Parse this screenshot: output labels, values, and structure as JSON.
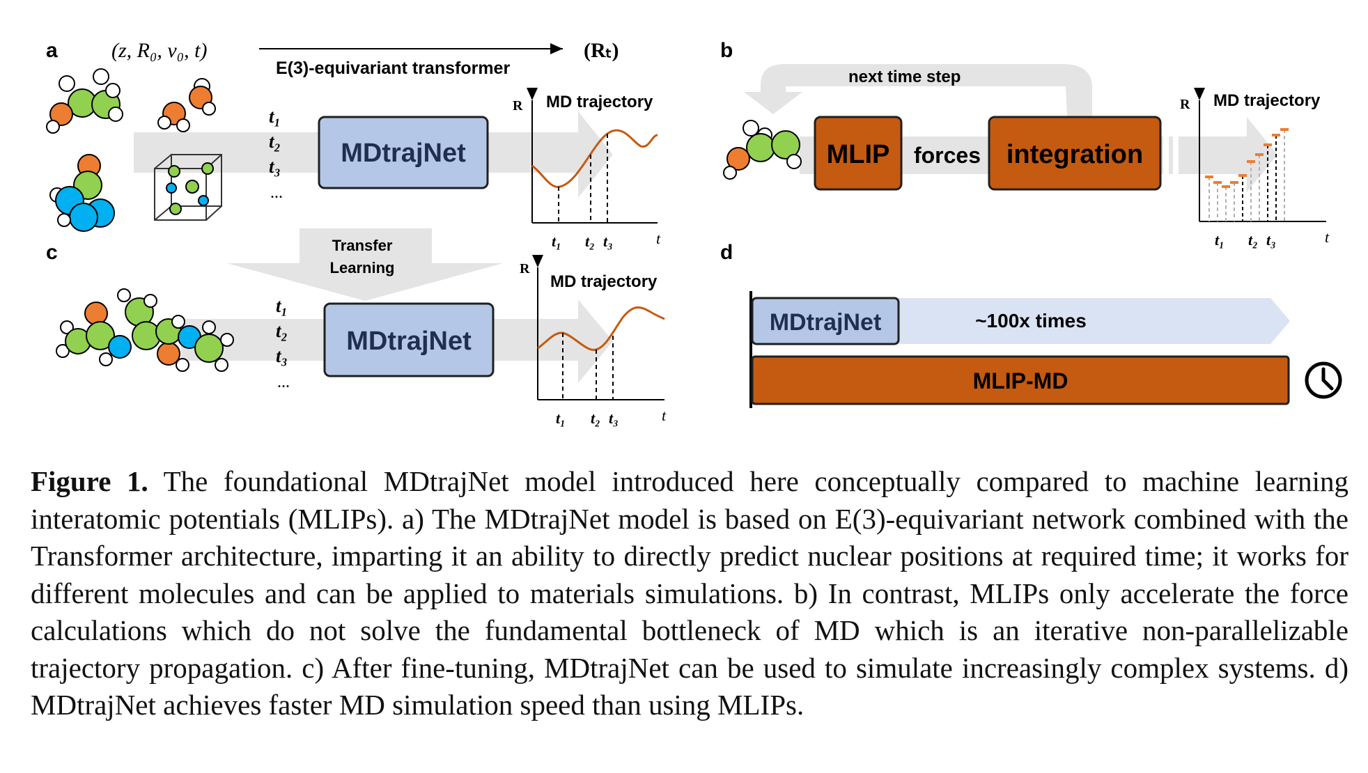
{
  "panels": {
    "a": {
      "label": "a",
      "input": "(z, R₀, v₀, t)",
      "output": "(Rₜ)",
      "arrow_label": "E(3)-equivariant transformer",
      "times": [
        "t₁",
        "t₂",
        "t₃",
        "..."
      ],
      "model": "MDtrajNet",
      "traj_title": "MD trajectory",
      "axis_y": "R",
      "axis_x": "t",
      "ticks": [
        "t₁",
        "t₂",
        "t₃"
      ]
    },
    "b": {
      "label": "b",
      "loop_label": "next time step",
      "mlip": "MLIP",
      "forces": "forces",
      "integration": "integration",
      "traj_title": "MD trajectory",
      "axis_y": "R",
      "axis_x": "t",
      "ticks": [
        "t₁",
        "t₂",
        "t₃"
      ]
    },
    "c": {
      "label": "c",
      "transfer": [
        "Transfer",
        "Learning"
      ],
      "times": [
        "t₁",
        "t₂",
        "t₃",
        "..."
      ],
      "model": "MDtrajNet",
      "traj_title": "MD trajectory",
      "axis_y": "R",
      "axis_x": "t",
      "ticks": [
        "t₁",
        "t₂",
        "t₃"
      ]
    },
    "d": {
      "label": "d",
      "bar1": "MDtrajNet",
      "speedup": "~100x times",
      "bar2": "MLIP-MD",
      "clock_icon": "clock-icon"
    }
  },
  "colors": {
    "orange": "#c55a11",
    "blue_box": "#b4c7e7",
    "green_atom": "#92d050",
    "blue_atom": "#00b0f0",
    "orange_atom": "#ed7d31",
    "arrow_grey": "#e0e0e0",
    "light_blue": "#dae3f3"
  },
  "caption": {
    "lead": "Figure 1.",
    "text": " The foundational MDtrajNet model introduced here conceptually compared to machine learning interatomic potentials (MLIPs). a) The MDtrajNet model is based on E(3)-equivariant network combined with the Transformer architecture, imparting it an ability to directly predict nuclear positions at required time; it works for different molecules and can be applied to materials simulations. b) In contrast, MLIPs only accelerate the force calculations which do not solve the fundamental bottleneck of MD which is an iterative non-parallelizable trajectory propagation. c) After fine-tuning, MDtrajNet can be used to simulate increasingly complex systems. d) MDtrajNet achieves faster MD simulation speed than using MLIPs."
  }
}
